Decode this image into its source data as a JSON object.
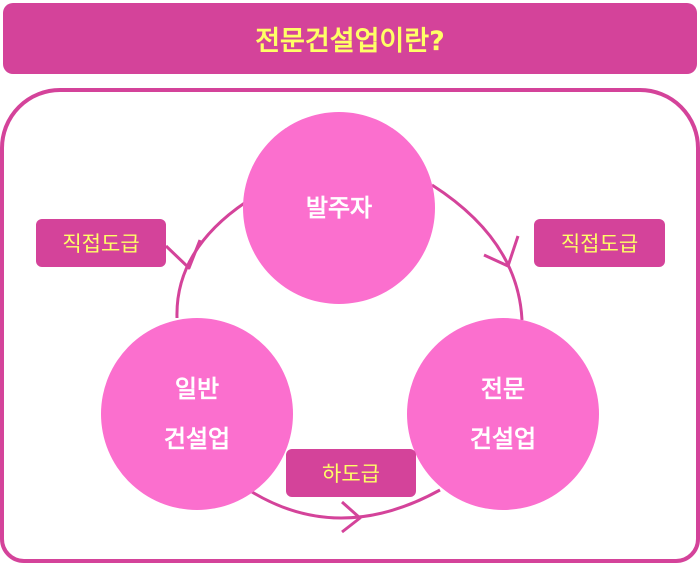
{
  "title": "전문건설업이란?",
  "nodes": {
    "client": {
      "label": "발주자"
    },
    "general": {
      "line1": "일반",
      "line2": "건설업"
    },
    "specialty": {
      "line1": "전문",
      "line2": "건설업"
    }
  },
  "edges": {
    "left": {
      "label": "직접도급"
    },
    "right": {
      "label": "직접도급"
    },
    "bottom": {
      "label": "하도급"
    }
  },
  "colors": {
    "accent": "#d4439a",
    "circle": "#fb6fce",
    "label_text": "#ffff66"
  }
}
